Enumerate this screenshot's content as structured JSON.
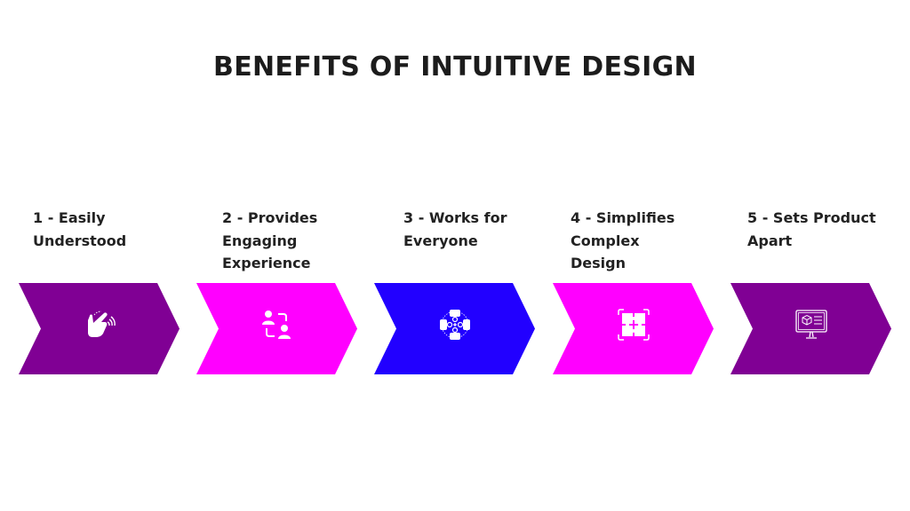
{
  "title": "BENEFITS OF INTUITIVE DESIGN",
  "steps": [
    {
      "label": "1 - Easily\nUnderstood",
      "color": "#800094",
      "icon": "touch-gesture-icon"
    },
    {
      "label": "2 - Provides\nEngaging\nExperience",
      "color": "#ff00ff",
      "icon": "user-exchange-icon"
    },
    {
      "label": "3 - Works for\nEveryone",
      "color": "#2200ff",
      "icon": "collaboration-group-icon"
    },
    {
      "label": "4 - Simplifies\nComplex\nDesign",
      "color": "#ff00ff",
      "icon": "puzzle-icon"
    },
    {
      "label": "5 - Sets Product\nApart",
      "color": "#800094",
      "icon": "product-monitor-icon"
    }
  ]
}
